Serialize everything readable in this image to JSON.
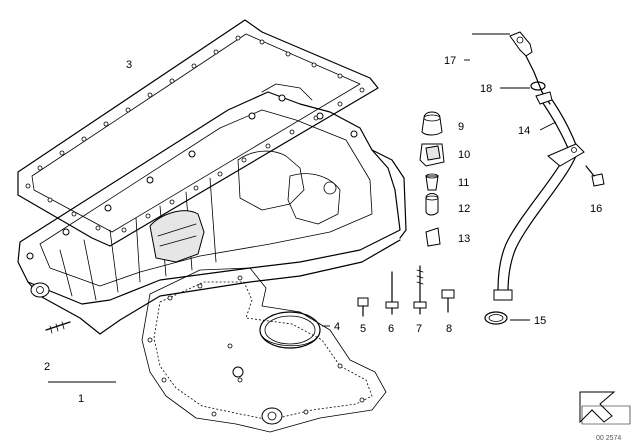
{
  "callouts": {
    "c1": "1",
    "c2": "2",
    "c3": "3",
    "c4": "4",
    "c5": "5",
    "c6": "6",
    "c7": "7",
    "c8": "8",
    "c9": "9",
    "c10": "10",
    "c11": "11",
    "c12": "12",
    "c13": "13",
    "c14": "14",
    "c15": "15",
    "c16": "16",
    "c17": "17",
    "c18": "18"
  },
  "corner_reference": "00 2574"
}
